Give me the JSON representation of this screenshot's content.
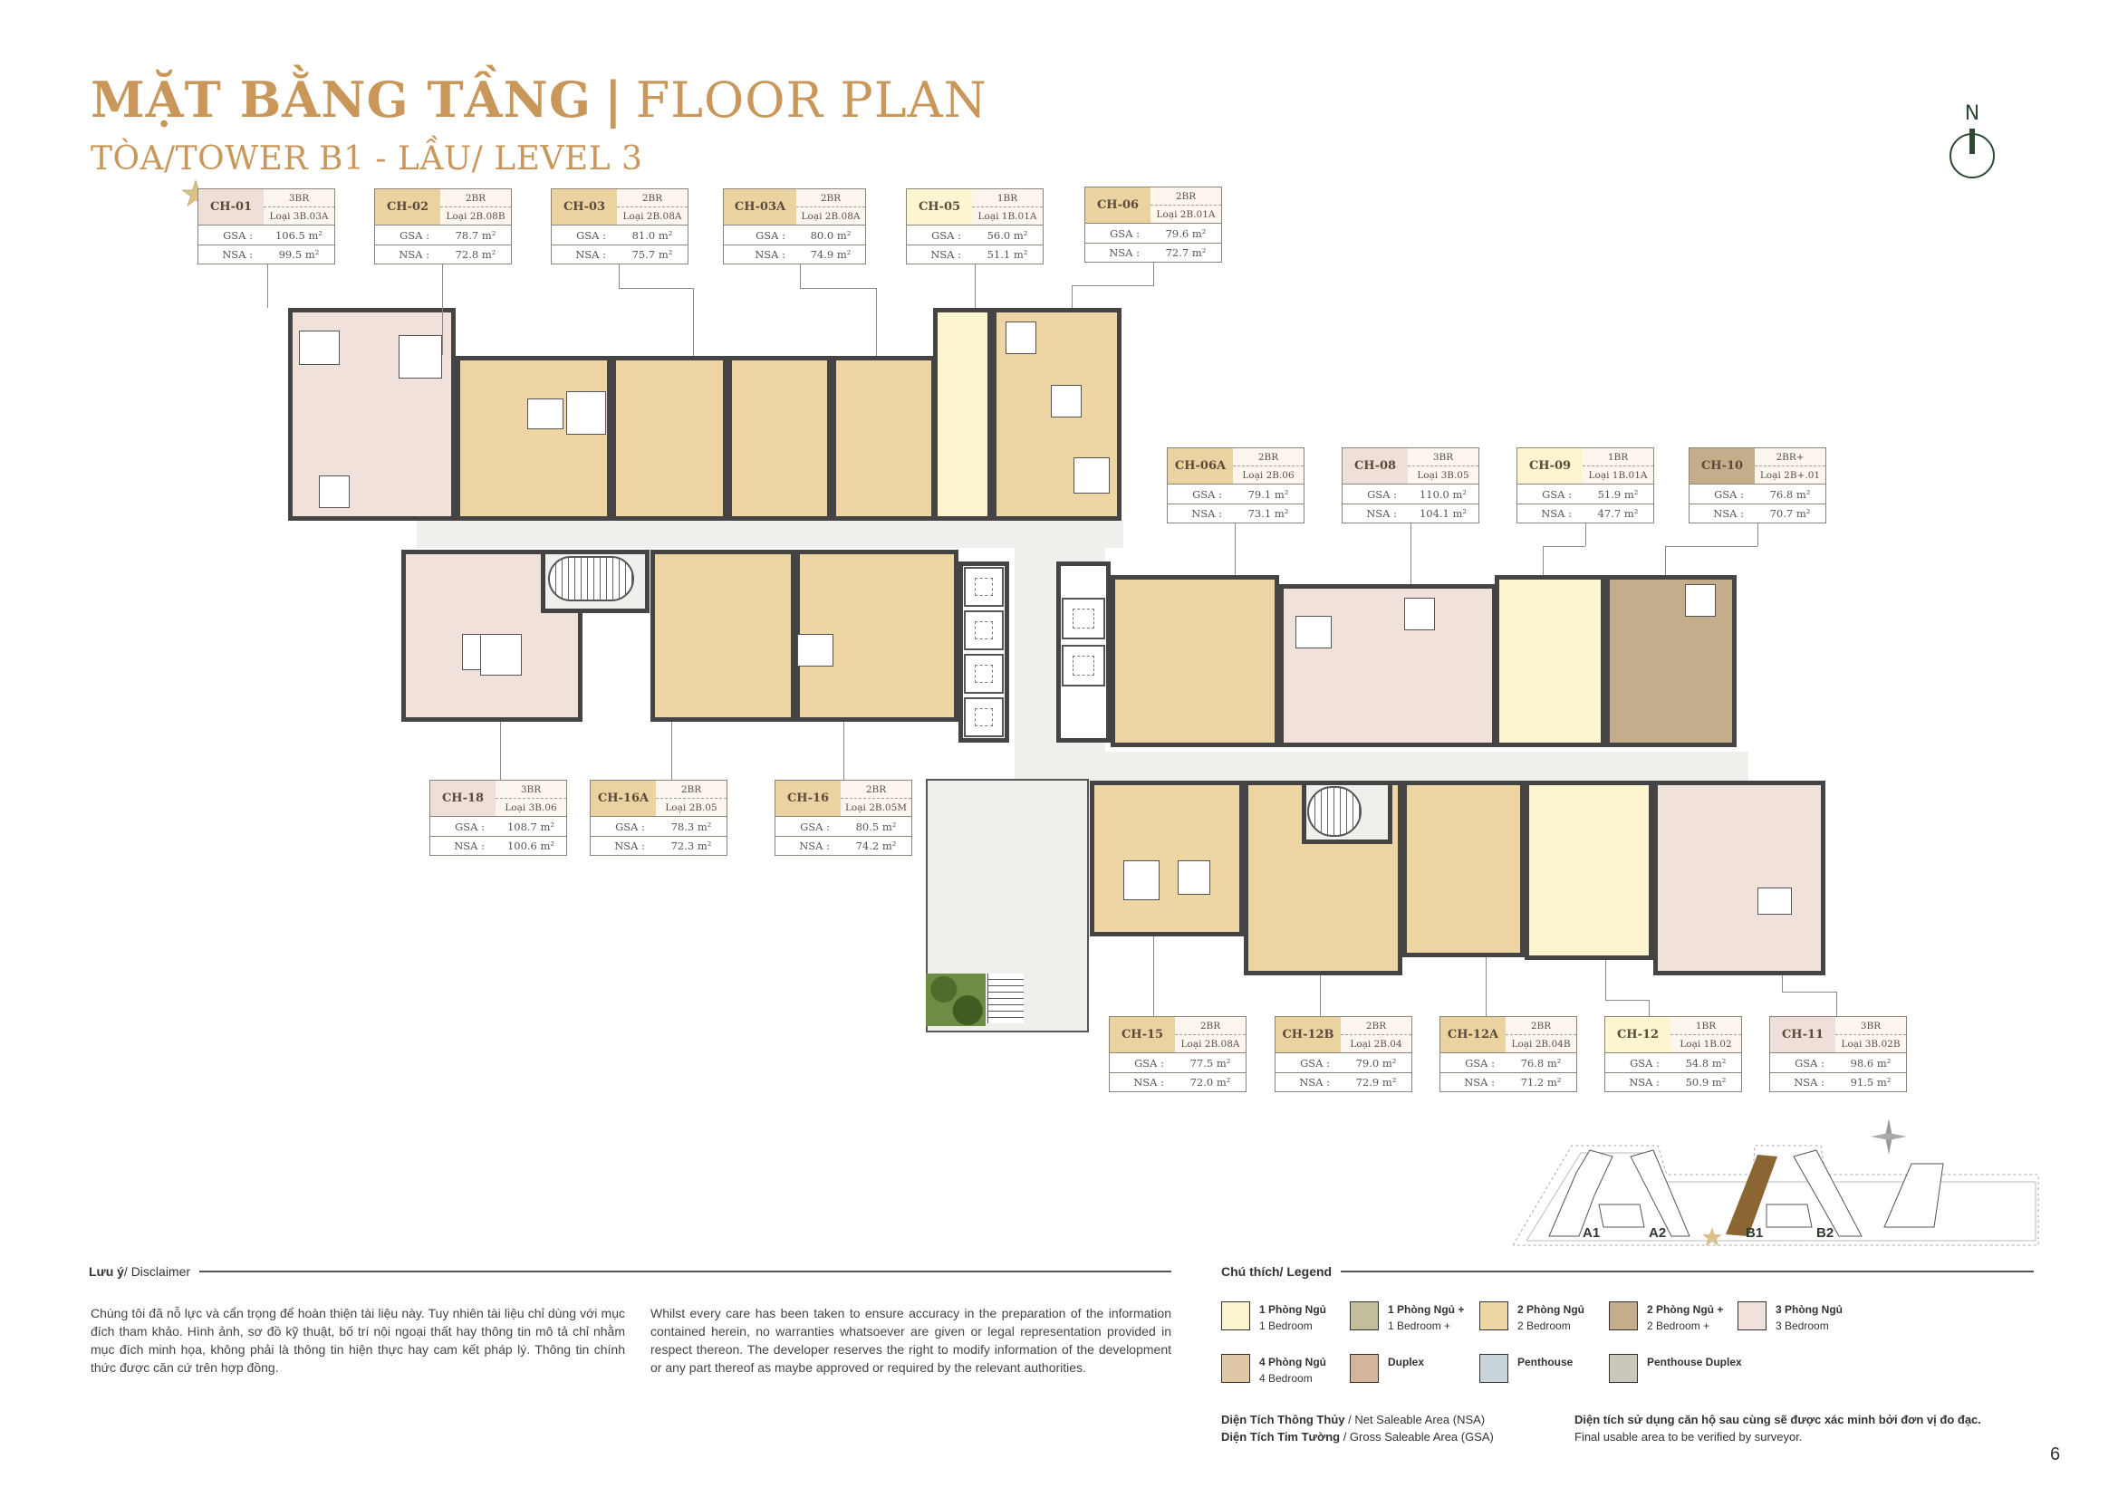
{
  "header": {
    "title_vi": "MẶT BẰNG TẦNG",
    "title_sep": "|",
    "title_en": "FLOOR PLAN",
    "subtitle": "TÒA/TOWER B1 - LẦU/ LEVEL 3",
    "north_label": "N"
  },
  "colors": {
    "title_gold": "#c9975a",
    "1br": "#fdf4d0",
    "1br_plus": "#c2bd9b",
    "2br": "#eed6a4",
    "2br_plus": "#c4ad8a",
    "3br": "#f0e2da",
    "4br": "#e0c7a5",
    "duplex": "#d2b59b",
    "penthouse": "#c8d4da",
    "penthouse_duplex": "#ccc7bb",
    "corridor": "#f1efeb",
    "keymap_b1": "#8b6532"
  },
  "units": [
    {
      "code": "CH-01",
      "type": "3BR",
      "model": "Loại 3B.03A",
      "gsa_label": "GSA :",
      "gsa": "106.5 m²",
      "nsa_label": "NSA :",
      "nsa": "99.5 m²",
      "color": "#eee0d8",
      "starred": true
    },
    {
      "code": "CH-02",
      "type": "2BR",
      "model": "Loại 2B.08B",
      "gsa_label": "GSA :",
      "gsa": "78.7 m²",
      "nsa_label": "NSA :",
      "nsa": "72.8 m²",
      "color": "#ebd3a1"
    },
    {
      "code": "CH-03",
      "type": "2BR",
      "model": "Loại 2B.08A",
      "gsa_label": "GSA :",
      "gsa": "81.0 m²",
      "nsa_label": "NSA :",
      "nsa": "75.7 m²",
      "color": "#ebd3a1"
    },
    {
      "code": "CH-03A",
      "type": "2BR",
      "model": "Loại 2B.08A",
      "gsa_label": "GSA :",
      "gsa": "80.0 m²",
      "nsa_label": "NSA :",
      "nsa": "74.9 m²",
      "color": "#ebd3a1"
    },
    {
      "code": "CH-05",
      "type": "1BR",
      "model": "Loại 1B.01A",
      "gsa_label": "GSA :",
      "gsa": "56.0 m²",
      "nsa_label": "NSA :",
      "nsa": "51.1 m²",
      "color": "#fdf4d0"
    },
    {
      "code": "CH-06",
      "type": "2BR",
      "model": "Loại 2B.01A",
      "gsa_label": "GSA :",
      "gsa": "79.6 m²",
      "nsa_label": "NSA :",
      "nsa": "72.7 m²",
      "color": "#ebd3a1"
    },
    {
      "code": "CH-06A",
      "type": "2BR",
      "model": "Loại 2B.06",
      "gsa_label": "GSA :",
      "gsa": "79.1 m²",
      "nsa_label": "NSA :",
      "nsa": "73.1 m²",
      "color": "#ebd3a1"
    },
    {
      "code": "CH-08",
      "type": "3BR",
      "model": "Loại 3B.05",
      "gsa_label": "GSA :",
      "gsa": "110.0 m²",
      "nsa_label": "NSA :",
      "nsa": "104.1 m²",
      "color": "#eee0d8"
    },
    {
      "code": "CH-09",
      "type": "1BR",
      "model": "Loại 1B.01A",
      "gsa_label": "GSA :",
      "gsa": "51.9 m²",
      "nsa_label": "NSA :",
      "nsa": "47.7 m²",
      "color": "#fdf4d0"
    },
    {
      "code": "CH-10",
      "type": "2BR+",
      "model": "Loại 2B+.01",
      "gsa_label": "GSA :",
      "gsa": "76.8 m²",
      "nsa_label": "NSA :",
      "nsa": "70.7 m²",
      "color": "#c4ad8a"
    },
    {
      "code": "CH-18",
      "type": "3BR",
      "model": "Loại 3B.06",
      "gsa_label": "GSA :",
      "gsa": "108.7 m²",
      "nsa_label": "NSA :",
      "nsa": "100.6 m²",
      "color": "#eee0d8"
    },
    {
      "code": "CH-16A",
      "type": "2BR",
      "model": "Loại 2B.05",
      "gsa_label": "GSA :",
      "gsa": "78.3 m²",
      "nsa_label": "NSA :",
      "nsa": "72.3 m²",
      "color": "#ebd3a1"
    },
    {
      "code": "CH-16",
      "type": "2BR",
      "model": "Loại 2B.05M",
      "gsa_label": "GSA :",
      "gsa": "80.5 m²",
      "nsa_label": "NSA :",
      "nsa": "74.2 m²",
      "color": "#ebd3a1"
    },
    {
      "code": "CH-15",
      "type": "2BR",
      "model": "Loại 2B.08A",
      "gsa_label": "GSA :",
      "gsa": "77.5 m²",
      "nsa_label": "NSA :",
      "nsa": "72.0 m²",
      "color": "#ebd3a1"
    },
    {
      "code": "CH-12B",
      "type": "2BR",
      "model": "Loại 2B.04",
      "gsa_label": "GSA :",
      "gsa": "79.0 m²",
      "nsa_label": "NSA :",
      "nsa": "72.9 m²",
      "color": "#ebd3a1"
    },
    {
      "code": "CH-12A",
      "type": "2BR",
      "model": "Loại 2B.04B",
      "gsa_label": "GSA :",
      "gsa": "76.8 m²",
      "nsa_label": "NSA :",
      "nsa": "71.2 m²",
      "color": "#ebd3a1"
    },
    {
      "code": "CH-12",
      "type": "1BR",
      "model": "Loại 1B.02",
      "gsa_label": "GSA :",
      "gsa": "54.8 m²",
      "nsa_label": "NSA :",
      "nsa": "50.9 m²",
      "color": "#fdf4d0"
    },
    {
      "code": "CH-11",
      "type": "3BR",
      "model": "Loại 3B.02B",
      "gsa_label": "GSA :",
      "gsa": "98.6 m²",
      "nsa_label": "NSA :",
      "nsa": "91.5 m²",
      "color": "#eee0d8"
    }
  ],
  "keymap": {
    "labels": [
      "A1",
      "A2",
      "B1",
      "B2"
    ]
  },
  "disclaimer": {
    "title_vi": "Lưu ý",
    "title_en": " / Disclaimer",
    "text_vi": "Chúng tôi đã nỗ lực và cẩn trọng để hoàn thiện tài liệu này. Tuy nhiên tài liệu chỉ dùng với mục đích tham khảo. Hình ảnh, sơ đồ kỹ thuật, bố trí nội ngoại thất hay thông tin mô tả chỉ nhằm mục đích minh họa, không phải là thông tin hiện thực hay cam kết pháp lý. Thông tin chính thức được căn cứ trên hợp đồng.",
    "text_en": "Whilst every care has been taken to ensure accuracy in the preparation of the information contained herein, no warranties whatsoever are given or legal representation provided in respect thereon. The developer reserves the right to modify information of the development or any part thereof as maybe approved or required by the relevant authorities."
  },
  "legend": {
    "title_vi": "Chú thích",
    "title_en": " / Legend",
    "items": [
      {
        "vi": "1 Phòng Ngủ",
        "en": "1 Bedroom",
        "color": "#fdf4d0"
      },
      {
        "vi": "1 Phòng Ngủ +",
        "en": "1 Bedroom +",
        "color": "#c2bd9b"
      },
      {
        "vi": "2 Phòng Ngủ",
        "en": "2 Bedroom",
        "color": "#eed6a4"
      },
      {
        "vi": "2 Phòng Ngủ +",
        "en": "2 Bedroom +",
        "color": "#c4ad8a"
      },
      {
        "vi": "3 Phòng Ngủ",
        "en": "3 Bedroom",
        "color": "#f0e2da"
      },
      {
        "vi": "4 Phòng Ngủ",
        "en": "4 Bedroom",
        "color": "#e0c7a5"
      },
      {
        "vi": "Duplex",
        "en": "",
        "color": "#d2b59b"
      },
      {
        "vi": "Penthouse",
        "en": "",
        "color": "#c8d4da"
      },
      {
        "vi": "Penthouse Duplex",
        "en": "",
        "color": "#ccc7bb"
      }
    ],
    "nsa_vi": "Diện Tích Thông Thủy",
    "nsa_en": " / Net Saleable Area (NSA)",
    "gsa_vi": "Diện Tích Tim Tường",
    "gsa_en": " / Gross Saleable Area (GSA)",
    "final_vi": "Diện tích sử dụng căn hộ sau cùng sẽ được xác minh bởi đơn vị đo đạc.",
    "final_en": "Final usable area to be verified by surveyor."
  },
  "page_number": "6"
}
